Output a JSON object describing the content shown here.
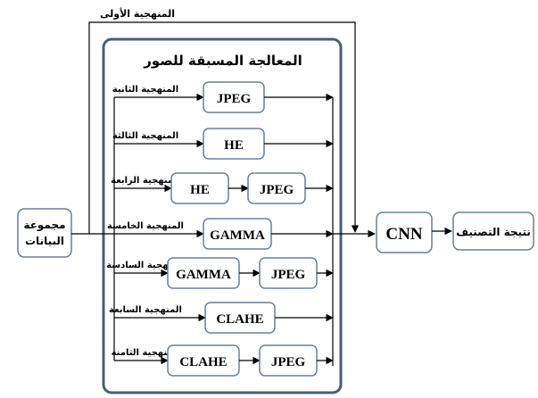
{
  "approach_first_label": "المنهجية الأولى",
  "preprocessing_title": "المعالجة المسبقة للصور",
  "dataset_label_line1": "مجموعة",
  "dataset_label_line2": "البيانات",
  "cnn_label": "CNN",
  "result_label": "نتيجة التصنيف",
  "rows": [
    {
      "label": "المنهجية الثانية",
      "steps": [
        "JPEG"
      ]
    },
    {
      "label": "المنهجية الثالثة",
      "steps": [
        "HE"
      ]
    },
    {
      "label": "المنهجية الرابعة",
      "steps": [
        "HE",
        "JPEG"
      ]
    },
    {
      "label": "المنهجية الخامسة",
      "steps": [
        "GAMMA"
      ]
    },
    {
      "label": "المنهجية السادسة",
      "steps": [
        "GAMMA",
        "JPEG"
      ]
    },
    {
      "label": "المنهجية السابعة",
      "steps": [
        "CLAHE"
      ]
    },
    {
      "label": "المنهجية الثامنة",
      "steps": [
        "CLAHE",
        "JPEG"
      ]
    }
  ],
  "colors": {
    "preprocessing_border": "#4a5e73",
    "box_border": "#6b7f93",
    "line": "#000000"
  }
}
